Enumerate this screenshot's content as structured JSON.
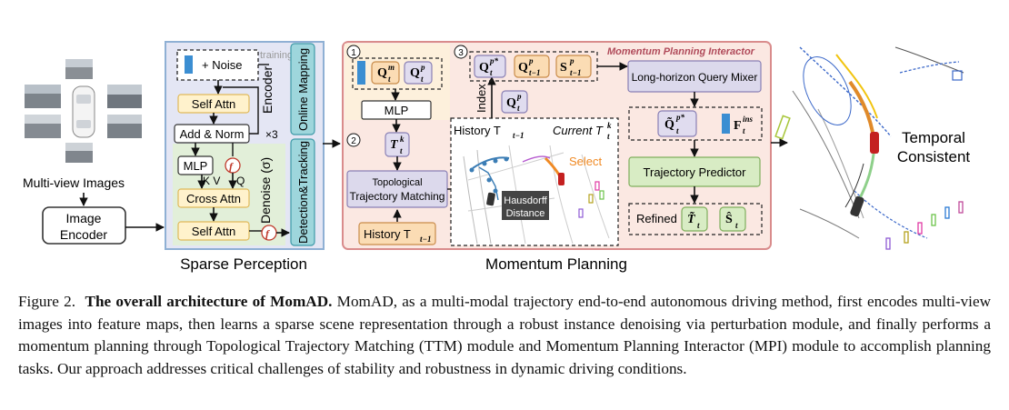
{
  "left_panel": {
    "images_label": "Multi-view Images",
    "encoder_label": [
      "Image",
      "Encoder"
    ]
  },
  "sparse_perception": {
    "title": "Sparse Perception",
    "noise_label": "+ Noise",
    "training_label": "training",
    "self_attn_label": "Self Attn",
    "add_norm_label": "Add & Norm",
    "times3_label": "×3",
    "encoder_vertical": "Encoder",
    "mlp_label": "MLP",
    "kv_label": "K V",
    "q_label": "Q",
    "cross_attn_label": "Cross Attn",
    "self_attn2_label": "Self Attn",
    "denoise_label": "Denoise (σ)",
    "online_mapping_label": "Online Mapping",
    "detection_label": "Detection&Tracking",
    "sigma_symbol": "f"
  },
  "momentum_planning": {
    "title": "Momentum Planning",
    "interactor_title": "Momentum Planning Interactor",
    "step1": "1",
    "step2": "2",
    "step3": "3",
    "q_m": "Q",
    "q_m_sup": "m",
    "q_m_sub": "t",
    "q_p": "Q",
    "q_p_sup": "p",
    "q_p_sub": "t",
    "mlp_label": "MLP",
    "t_k": "T",
    "t_k_sup": "k",
    "t_k_sub": "t",
    "ttm_label": [
      "Topological",
      "Trajectory Matching"
    ],
    "history_box": "History T",
    "history_box_sub": "t−1",
    "index_label": "Index",
    "history_map": "History T",
    "history_map_sub": "t−1",
    "current_map": "Current T",
    "current_map_sup": "k",
    "current_map_sub": "t",
    "select_label": "Select",
    "hausdorff_label": [
      "Hausdorff",
      "Distance"
    ],
    "qp_star": "Q",
    "qp_star_sup": "p*",
    "qp_star_sub": "t",
    "qp_prev": "Q",
    "qp_prev_sup": "p",
    "qp_prev_sub": "t−1",
    "sp_prev": "S",
    "sp_prev_sup": "p",
    "sp_prev_sub": "t−1",
    "qp_mid": "Q",
    "qp_mid_sup": "p",
    "qp_mid_sub": "t",
    "mixer_label": "Long-horizon Query Mixer",
    "qtilde": "Q̃",
    "qtilde_sup": "p*",
    "qtilde_sub": "t",
    "f_ins": "F",
    "f_ins_sup": "ins",
    "f_ins_sub": "t",
    "predictor_label": "Trajectory Predictor",
    "refined_label": "Refined",
    "t_tilde": "T̃",
    "t_tilde_sub": "t",
    "s_hat": "Ŝ",
    "s_hat_sub": "t"
  },
  "right_panel": {
    "label": [
      "Temporal",
      "Consistent"
    ]
  },
  "caption": {
    "prefix": "Figure 2.",
    "bold": "The overall architecture of MomAD.",
    "text": "MomAD, as a multi-modal trajectory end-to-end autonomous driving method, first encodes multi-view images into feature maps, then learns a sparse scene representation through a robust instance denoising via perturbation module, and finally performs a momentum planning through Topological Trajectory Matching (TTM) module and Momentum Planning Interactor (MPI) module to accomplish planning tasks. Our approach addresses critical challenges of stability and robustness in dynamic driving conditions."
  },
  "colors": {
    "perception_bg": "#e4e6f4",
    "perception_border": "#8fb0d4",
    "denoise_bg": "#e2efd9",
    "planning_bg": "#fbe8e2",
    "planning_border": "#d98c8c",
    "step1_bg": "#fdf0dc",
    "mixer_bg": "#dcd9ec",
    "predictor_bg": "#d8ecc4",
    "yellow_box": "#fff2cc",
    "orange_box": "#fbdcb4",
    "purple_box": "#e0dcef",
    "teal_col": "#9ed6dc",
    "blue_feat": "#3b8ed2"
  }
}
